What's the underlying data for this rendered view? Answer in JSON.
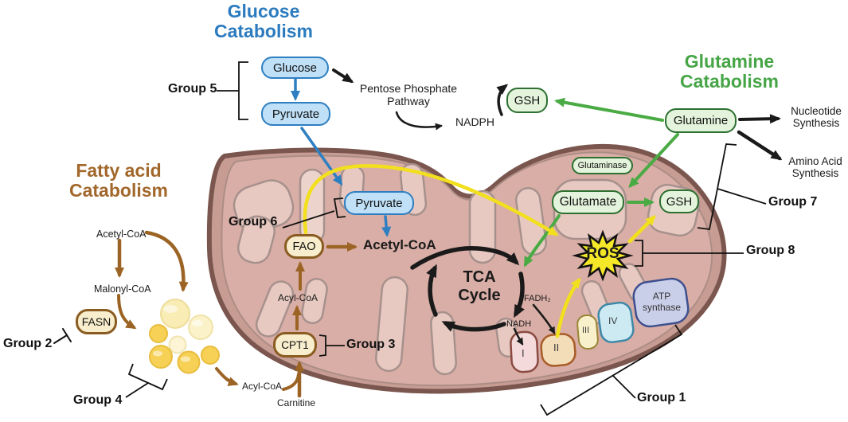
{
  "colors": {
    "glucose_blue": "#2b7bbf",
    "fatty_brown": "#a2672b",
    "glutamine_green": "#46a546",
    "arrow_yellow": "#f2df1d",
    "ros_yellow": "#f5e829",
    "mito_membrane": "#c69c93",
    "mito_outline": "#7a564e",
    "mito_matrix": "#d9aea6",
    "crista_fill": "#e7c9c1"
  },
  "titles": {
    "glucose": {
      "line1": "Glucose",
      "line2": "Catabolism"
    },
    "fatty": {
      "line1": "Fatty acid",
      "line2": "Catabolism"
    },
    "glutamine": {
      "line1": "Glutamine",
      "line2": "Catabolism"
    }
  },
  "nodes": {
    "glucose": "Glucose",
    "pyruvate_cytosol": "Pyruvate",
    "pyruvate_mito": "Pyruvate",
    "gsh_cytosol": "GSH",
    "glutamine": "Glutamine",
    "glutaminase": "Glutaminase",
    "glutamate": "Glutamate",
    "gsh_mito": "GSH",
    "fasn": "FASN",
    "fao": "FAO",
    "cpt1": "CPT1"
  },
  "labels": {
    "pentose_line1": "Pentose Phosphate",
    "pentose_line2": "Pathway",
    "nadph": "NADPH",
    "nucleotide_line1": "Nucleotide",
    "nucleotide_line2": "Synthesis",
    "amino_line1": "Amino Acid",
    "amino_line2": "Synthesis",
    "acetyl_coa_cytosol": "Acetyl-CoA",
    "malonyl_coa": "Malonyl-CoA",
    "acyl_coa_cytosol": "Acyl-CoA",
    "carnitine": "Carnitine",
    "acyl_coa_mito": "Acyl-CoA",
    "acetyl_coa_mito": "Acetyl-CoA",
    "tca_line1": "TCA",
    "tca_line2": "Cycle",
    "nadh": "NADH",
    "fadh2": "FADH₂",
    "ros": "ROS",
    "complex_i": "I",
    "complex_ii": "II",
    "complex_iii": "III",
    "complex_iv": "IV",
    "atp_line1": "ATP",
    "atp_line2": "synthase"
  },
  "groups": {
    "group1": "Group 1",
    "group2": "Group 2",
    "group3": "Group 3",
    "group4": "Group 4",
    "group5": "Group 5",
    "group6": "Group 6",
    "group7": "Group 7",
    "group8": "Group 8"
  }
}
